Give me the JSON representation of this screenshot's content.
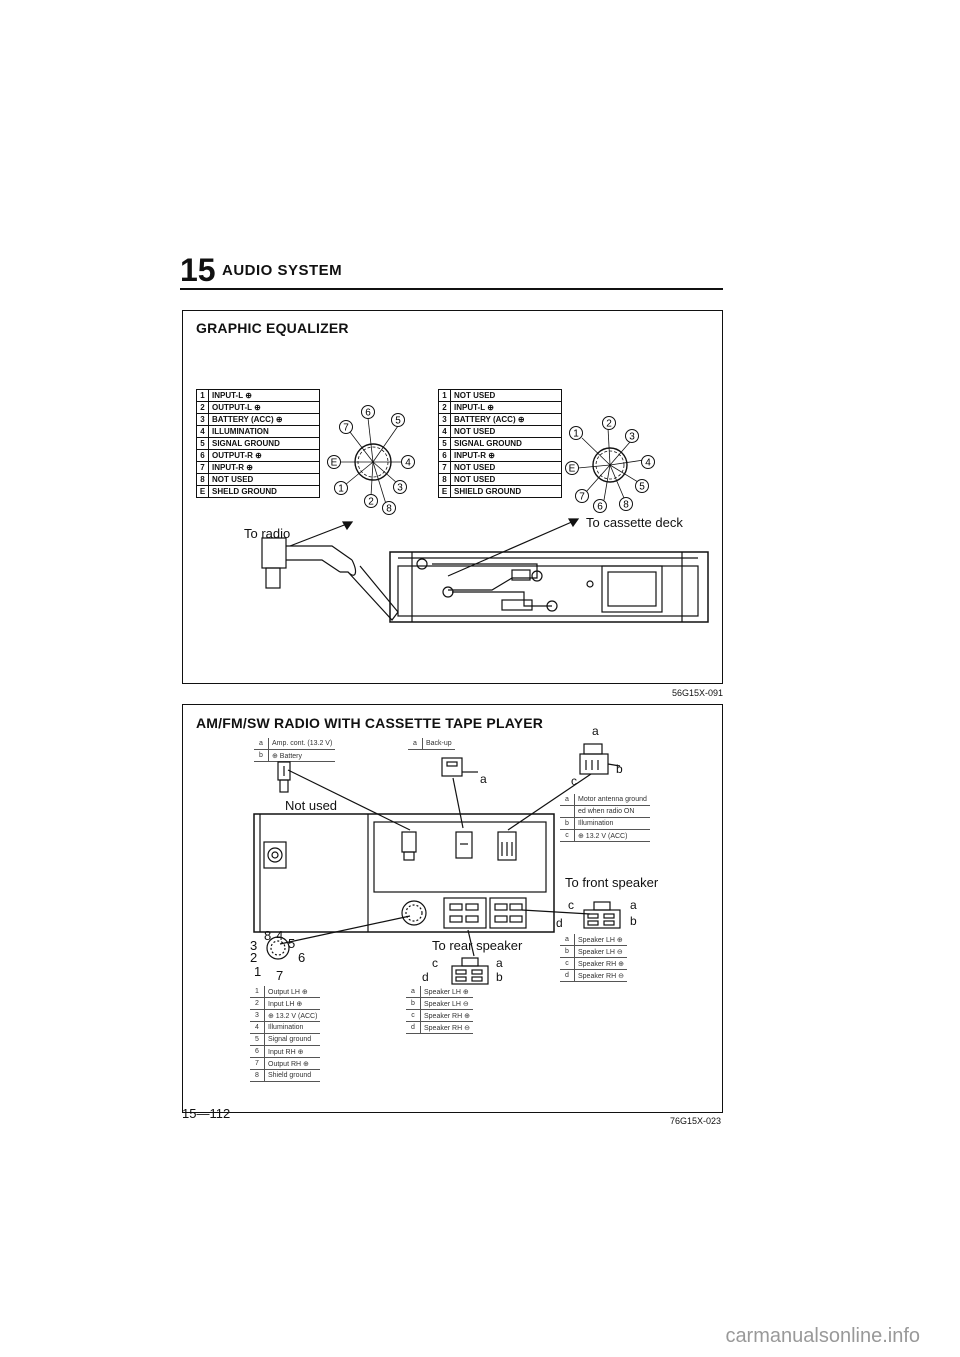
{
  "header": {
    "section_number": "15",
    "section_title": "AUDIO SYSTEM"
  },
  "equalizer": {
    "title": "GRAPHIC EQUALIZER",
    "table_left": [
      {
        "n": "1",
        "label": "INPUT-L ⊕"
      },
      {
        "n": "2",
        "label": "OUTPUT-L ⊕"
      },
      {
        "n": "3",
        "label": "BATTERY (ACC) ⊕"
      },
      {
        "n": "4",
        "label": "ILLUMINATION"
      },
      {
        "n": "5",
        "label": "SIGNAL GROUND"
      },
      {
        "n": "6",
        "label": "OUTPUT-R ⊕"
      },
      {
        "n": "7",
        "label": "INPUT-R ⊕"
      },
      {
        "n": "8",
        "label": "NOT USED"
      },
      {
        "n": "E",
        "label": "SHELD GROUND"
      }
    ],
    "table_right": [
      {
        "n": "1",
        "label": "NOT USED"
      },
      {
        "n": "2",
        "label": "INPUT-L ⊕"
      },
      {
        "n": "3",
        "label": "BATTERY (ACC) ⊕"
      },
      {
        "n": "4",
        "label": "NOT USED"
      },
      {
        "n": "5",
        "label": "SIGNAL GROUND"
      },
      {
        "n": "6",
        "label": "INPUT-R ⊕"
      },
      {
        "n": "7",
        "label": "NOT USED"
      },
      {
        "n": "8",
        "label": "NOT USED"
      },
      {
        "n": "E",
        "label": "SHIELD GROUND"
      }
    ],
    "connector_left_pins": [
      "6",
      "5",
      "7",
      "E",
      "4",
      "1",
      "3",
      "2",
      "8"
    ],
    "connector_right_pins": [
      "1",
      "2",
      "3",
      "E",
      "4",
      "5",
      "7",
      "6",
      "8"
    ],
    "to_radio": "To radio",
    "to_cassette": "To cassette deck",
    "figure_code": "56G15X-091"
  },
  "radio": {
    "title": "AM/FM/SW RADIO WITH CASSETTE TAPE PLAYER",
    "table_a": [
      {
        "n": "a",
        "label": "Amp. cont. (13.2 V)"
      },
      {
        "n": "b",
        "label": "⊕ Battery"
      }
    ],
    "table_backup": [
      {
        "n": "a",
        "label": "Back-up"
      }
    ],
    "not_used": "Not used",
    "conn_a_label": "a",
    "antenna_conn": {
      "a": "a",
      "b": "b",
      "c": "c"
    },
    "table_antenna": [
      {
        "n": "a",
        "label": "Motor antenna ground"
      },
      {
        "n": "",
        "label": "ed when radio ON"
      },
      {
        "n": "b",
        "label": "Illumination"
      },
      {
        "n": "c",
        "label": "⊕ 13.2 V (ACC)"
      }
    ],
    "to_front_speaker": "To front speaker",
    "front_conn": {
      "c": "c",
      "a": "a",
      "d": "d",
      "b": "b"
    },
    "table_front": [
      {
        "n": "a",
        "label": "Speaker LH ⊕"
      },
      {
        "n": "b",
        "label": "Speaker LH ⊖"
      },
      {
        "n": "c",
        "label": "Speaker RH ⊕"
      },
      {
        "n": "d",
        "label": "Speaker RH ⊖"
      }
    ],
    "to_rear_speaker": "To rear speaker",
    "rear_conn": {
      "c": "c",
      "a": "a",
      "d": "d",
      "b": "b"
    },
    "table_rear": [
      {
        "n": "a",
        "label": "Speaker LH ⊕"
      },
      {
        "n": "b",
        "label": "Speaker LH ⊖"
      },
      {
        "n": "c",
        "label": "Speaker RH ⊕"
      },
      {
        "n": "d",
        "label": "Speaker RH ⊖"
      }
    ],
    "din_pins": [
      "8",
      "4",
      "5",
      "3",
      "2",
      "6",
      "1",
      "7"
    ],
    "table_din": [
      {
        "n": "1",
        "label": "Output LH ⊕"
      },
      {
        "n": "2",
        "label": "Input LH ⊕"
      },
      {
        "n": "3",
        "label": "⊕ 13.2 V (ACC)"
      },
      {
        "n": "4",
        "label": "Illumination"
      },
      {
        "n": "5",
        "label": "Signal ground"
      },
      {
        "n": "6",
        "label": "Input RH ⊕"
      },
      {
        "n": "7",
        "label": "Output RH ⊕"
      },
      {
        "n": "8",
        "label": "Shield ground"
      }
    ],
    "figure_code": "76G15X-023"
  },
  "footer": {
    "page_number": "15—112",
    "watermark": "carmanualsonline.info"
  }
}
